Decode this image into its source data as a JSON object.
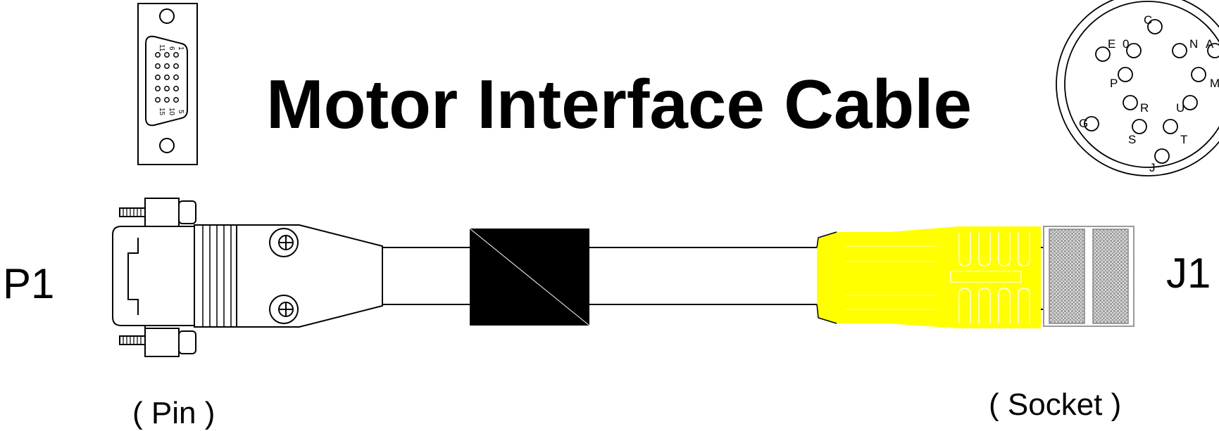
{
  "title": "Motor Interface Cable",
  "p1": {
    "label": "P1",
    "gender": "( Pin )"
  },
  "j1": {
    "label": "J1",
    "gender": "( Socket )"
  },
  "db15_pins": {
    "pin1": "1",
    "pin5": "5",
    "pin6": "6",
    "pin10": "10",
    "pin11": "11",
    "pin15": "15"
  },
  "circular_pins": [
    "C",
    "E",
    "0",
    "N",
    "A",
    "P",
    "M",
    "R",
    "U",
    "G",
    "S",
    "T",
    "J"
  ],
  "colors": {
    "line": "#000000",
    "connector_body": "#ffff00",
    "shell": "#999999",
    "background": "#ffffff"
  }
}
